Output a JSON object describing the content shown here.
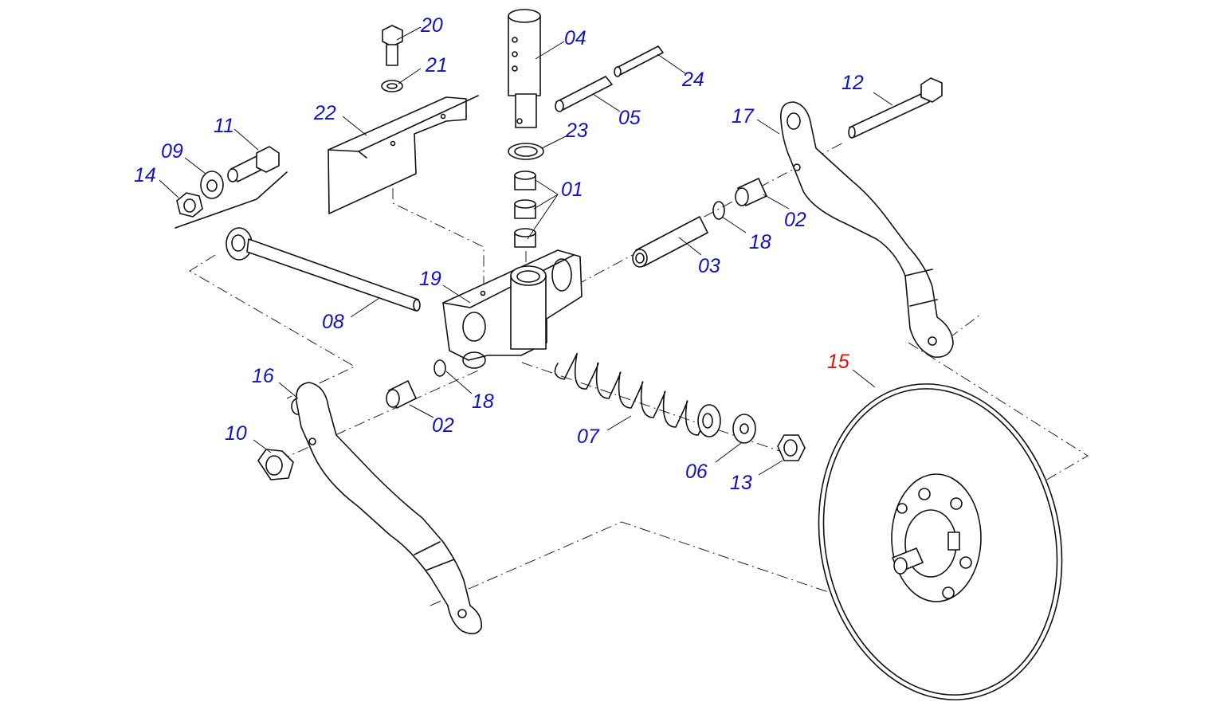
{
  "colors": {
    "callout": "#1010c8",
    "highlight": "#e01010",
    "line": "#111111"
  },
  "callouts": [
    {
      "key": "p20",
      "text": "20"
    },
    {
      "key": "p04",
      "text": "04"
    },
    {
      "key": "p21",
      "text": "21"
    },
    {
      "key": "p24",
      "text": "24"
    },
    {
      "key": "p22",
      "text": "22"
    },
    {
      "key": "p05",
      "text": "05"
    },
    {
      "key": "p12",
      "text": "12"
    },
    {
      "key": "p17",
      "text": "17"
    },
    {
      "key": "p11",
      "text": "11"
    },
    {
      "key": "p23",
      "text": "23"
    },
    {
      "key": "p09",
      "text": "09"
    },
    {
      "key": "p14",
      "text": "14"
    },
    {
      "key": "p01",
      "text": "01"
    },
    {
      "key": "p02a",
      "text": "02"
    },
    {
      "key": "p18a",
      "text": "18"
    },
    {
      "key": "p03",
      "text": "03"
    },
    {
      "key": "p19",
      "text": "19"
    },
    {
      "key": "p08",
      "text": "08"
    },
    {
      "key": "p15",
      "text": "15",
      "highlight": true
    },
    {
      "key": "p16",
      "text": "16"
    },
    {
      "key": "p18b",
      "text": "18"
    },
    {
      "key": "p02b",
      "text": "02"
    },
    {
      "key": "p10",
      "text": "10"
    },
    {
      "key": "p07",
      "text": "07"
    },
    {
      "key": "p06",
      "text": "06"
    },
    {
      "key": "p13",
      "text": "13"
    }
  ]
}
